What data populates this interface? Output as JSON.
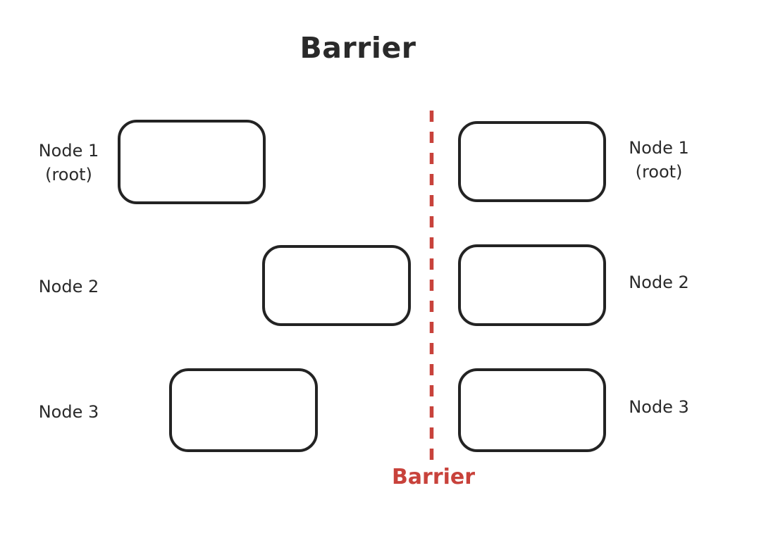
{
  "title": "Barrier",
  "colors": {
    "stroke": "#232323",
    "text": "#2a2a2a",
    "barrier_red": "#c8423b",
    "background": "#ffffff"
  },
  "barrier": {
    "label": "Barrier",
    "line_style": "vertical-dashed"
  },
  "left_column": {
    "description": "nodes before barrier, staggered progress",
    "rows": [
      {
        "label_line1": "Node 1",
        "label_line2": "(root)"
      },
      {
        "label_line1": "Node 2",
        "label_line2": ""
      },
      {
        "label_line1": "Node 3",
        "label_line2": ""
      }
    ]
  },
  "right_column": {
    "description": "nodes after barrier, aligned",
    "rows": [
      {
        "label_line1": "Node 1",
        "label_line2": "(root)"
      },
      {
        "label_line1": "Node 2",
        "label_line2": ""
      },
      {
        "label_line1": "Node 3",
        "label_line2": ""
      }
    ]
  }
}
